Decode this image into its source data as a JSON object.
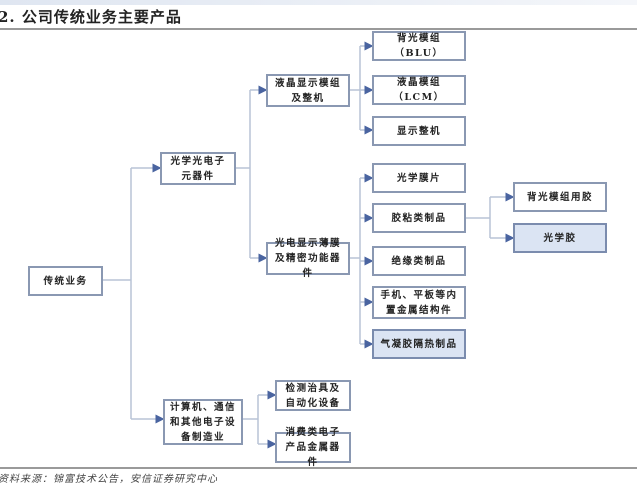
{
  "header": {
    "title": "2. 公司传统业务主要产品"
  },
  "diagram": {
    "root": "传统业务",
    "level1": [
      "光学光电子元器件",
      "计算机、通信和其他电子设备制造业"
    ],
    "level2": {
      "lcd_module": "液晶显示模组及整机",
      "optoelectronic_film": "光电显示薄膜及精密功能器件",
      "test_fixture": "检测治具及自动化设备",
      "consumer_metal": "消费类电子产品金属器件"
    },
    "level3": {
      "blu": "背光模组（BLU）",
      "lcm": "液晶模组（LCM）",
      "display_unit": "显示整机",
      "optical_film": "光学膜片",
      "adhesive_products": "胶粘类制品",
      "insulation_products": "绝缘类制品",
      "metal_structure": "手机、平板等内置金属结构件",
      "aerogel": "气凝胶隔热制品"
    },
    "level4": {
      "backlight_adhesive": "背光模组用胶",
      "optical_adhesive": "光学胶"
    },
    "highlighted": [
      "气凝胶隔热制品",
      "光学胶"
    ]
  },
  "footer": {
    "source": "资料来源：锦富技术公告，安信证券研究中心"
  },
  "colors": {
    "box_border": "#8a98b2",
    "highlight_fill": "#dbe4f3",
    "connector": "#b8c3d6",
    "arrowhead": "#4a64a0"
  }
}
